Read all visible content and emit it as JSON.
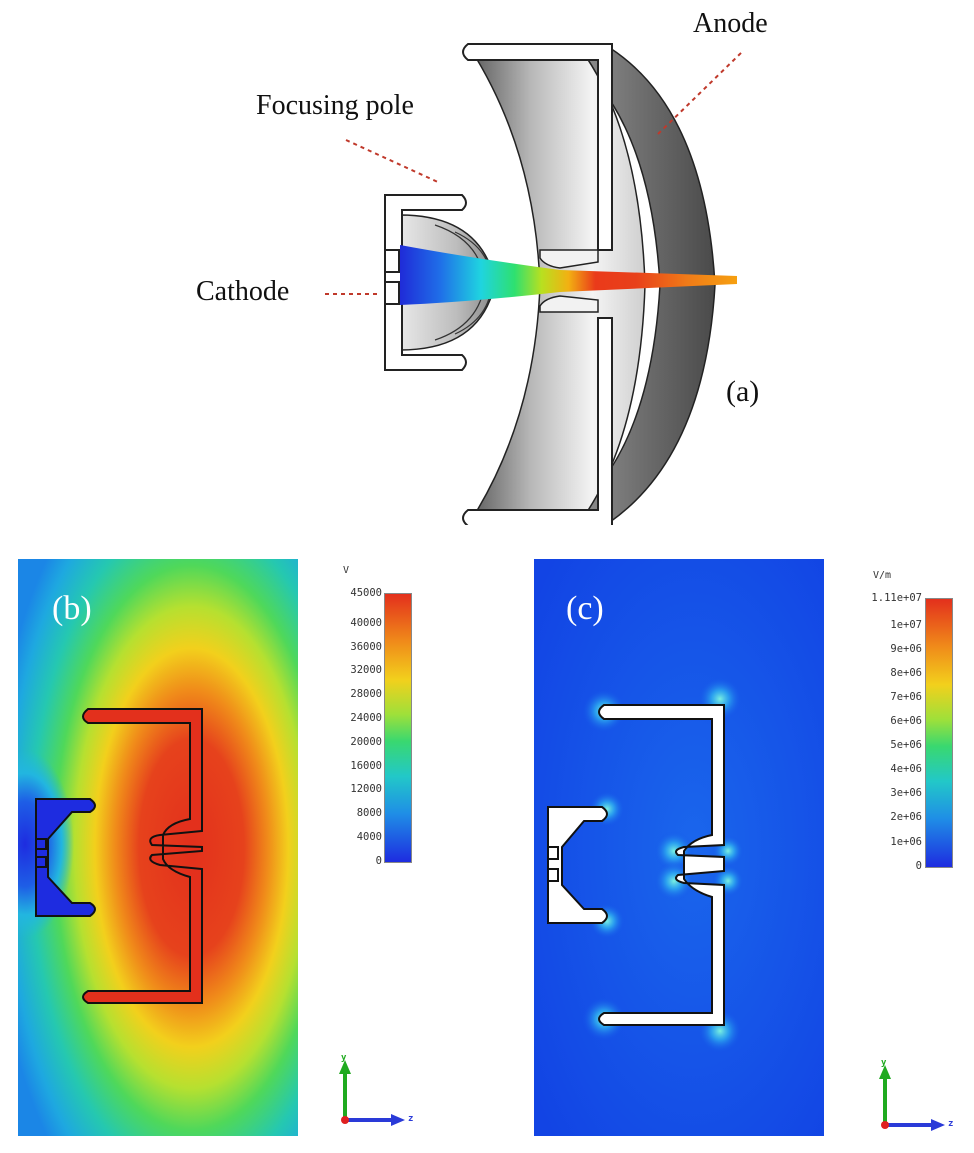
{
  "figure_a": {
    "label": "(a)",
    "callouts": {
      "anode": "Anode",
      "focusing_pole": "Focusing pole",
      "cathode": "Cathode"
    }
  },
  "figure_b": {
    "label": "(b)",
    "scale_unit": "V",
    "scale_ticks": [
      "45000",
      "40000",
      "36000",
      "32000",
      "28000",
      "24000",
      "20000",
      "16000",
      "12000",
      "8000",
      "4000",
      "0"
    ],
    "axes": {
      "y": "y",
      "z": "z"
    }
  },
  "figure_c": {
    "label": "(c)",
    "scale_unit": "V/m",
    "scale_ticks": [
      "1.11e+07",
      "1e+07",
      "9e+06",
      "8e+06",
      "7e+06",
      "6e+06",
      "5e+06",
      "4e+06",
      "3e+06",
      "2e+06",
      "1e+06",
      "0"
    ],
    "axes": {
      "y": "y",
      "z": "z"
    }
  },
  "colors": {
    "jet_low": "#1e2ce0",
    "jet_high": "#e3301c",
    "field_background": "#1250e8"
  }
}
